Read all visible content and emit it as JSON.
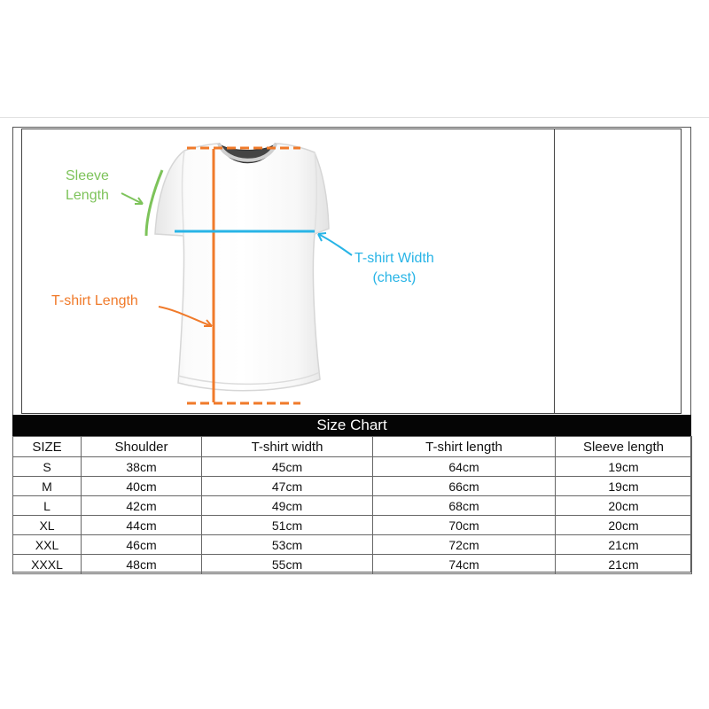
{
  "annotations": {
    "sleeve": [
      "Sleeve",
      "Length"
    ],
    "length": "T-shirt Length",
    "width": [
      "T-shirt Width",
      "(chest)"
    ]
  },
  "chart_title": "Size Chart",
  "table": {
    "headers": [
      "SIZE",
      "Shoulder",
      "T-shirt width",
      "T-shirt length",
      "Sleeve length"
    ],
    "rows": [
      [
        "S",
        "38cm",
        "45cm",
        "64cm",
        "19cm"
      ],
      [
        "M",
        "40cm",
        "47cm",
        "66cm",
        "19cm"
      ],
      [
        "L",
        "42cm",
        "49cm",
        "68cm",
        "20cm"
      ],
      [
        "XL",
        "44cm",
        "51cm",
        "70cm",
        "20cm"
      ],
      [
        "XXL",
        "46cm",
        "53cm",
        "72cm",
        "21cm"
      ],
      [
        "XXXL",
        "48cm",
        "55cm",
        "74cm",
        "21cm"
      ]
    ]
  },
  "colors": {
    "sleeve": "#7dc35a",
    "length": "#f07a2a",
    "width": "#28b4e6"
  }
}
